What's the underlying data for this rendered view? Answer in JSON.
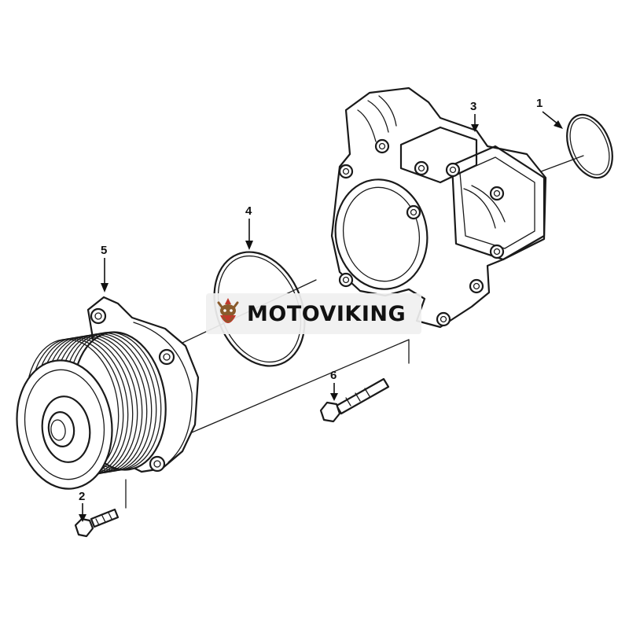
{
  "watermark": {
    "brand": "MOTOVIKING"
  },
  "callouts": [
    {
      "id": "1",
      "label": "1"
    },
    {
      "id": "2",
      "label": "2"
    },
    {
      "id": "3",
      "label": "3"
    },
    {
      "id": "4",
      "label": "4"
    },
    {
      "id": "5",
      "label": "5"
    },
    {
      "id": "6",
      "label": "6"
    }
  ],
  "colors": {
    "line": "#1a1a1a",
    "background": "#ffffff",
    "logo_red": "#c0392b",
    "logo_brown": "#8a5a2b"
  }
}
